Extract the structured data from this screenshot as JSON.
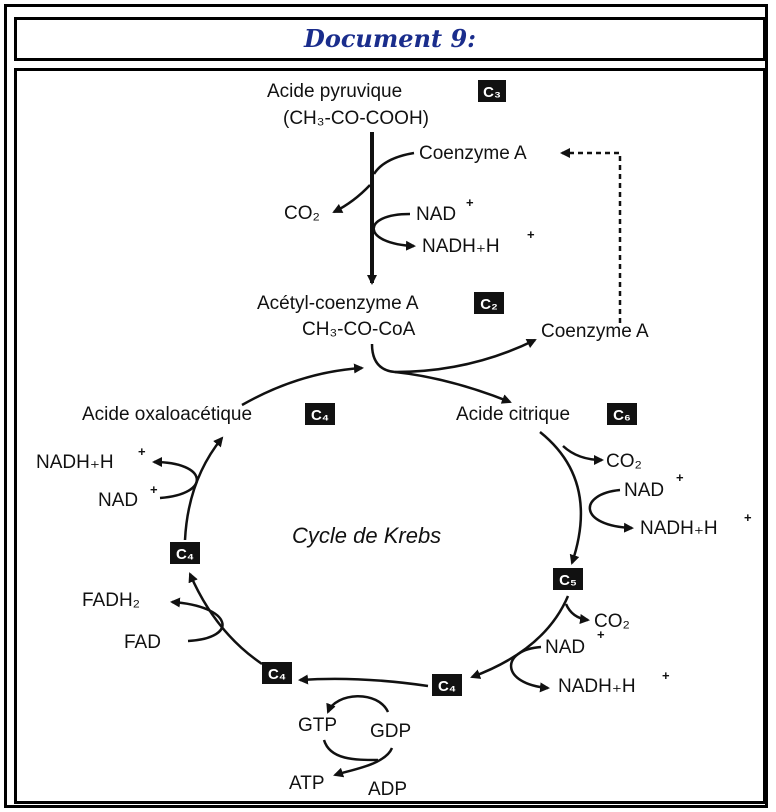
{
  "document_title": "Document 9:",
  "diagram": {
    "pyruvate": "Acide pyruvique",
    "pyruvate_formula": "(CH₃-CO-COOH)",
    "coenzyme_a_in": "Coenzyme A",
    "coenzyme_a_out": "Coenzyme A",
    "acetyl_coa": "Acétyl-coenzyme A",
    "acetyl_formula": "CH₃-CO-CoA",
    "oxaloacetate": "Acide oxaloacétique",
    "citrate": "Acide citrique",
    "cycle_name": "Cycle de Krebs",
    "co2": "CO₂",
    "nad": "NAD",
    "nadh": "NADH₊H",
    "fadh2": "FADH₂",
    "fad": "FAD",
    "gtp": "GTP",
    "gdp": "GDP",
    "atp": "ATP",
    "adp": "ADP",
    "plus": "+",
    "badge_c2": "C₂",
    "badge_c3": "C₃",
    "badge_c4": "C₄",
    "badge_c5": "C₅",
    "badge_c6": "C₆"
  }
}
